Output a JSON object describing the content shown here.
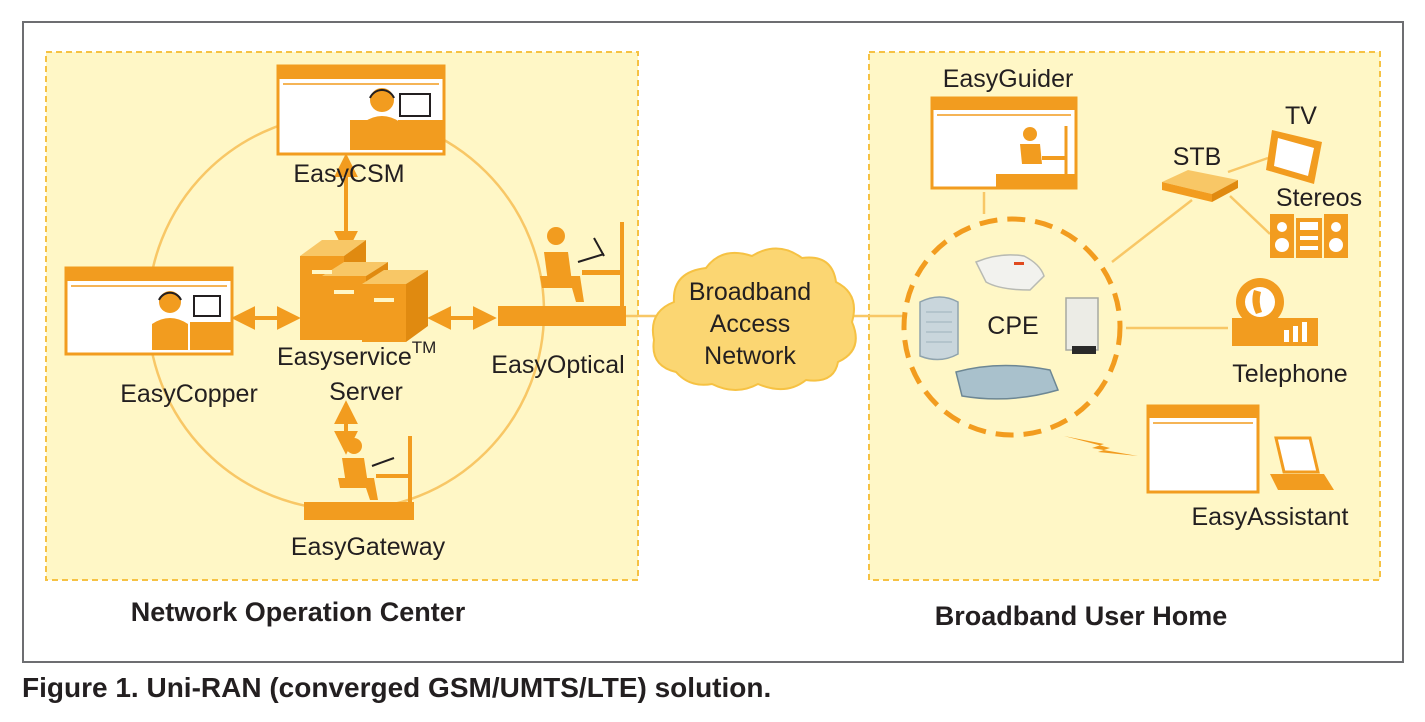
{
  "colors": {
    "zone_fill": "#fff7c6",
    "zone_border": "#f6c243",
    "accent": "#f29c1f",
    "accent_light": "#f8c766",
    "frame": "#6d6e71",
    "text": "#231f20"
  },
  "zones": {
    "noc": {
      "title": "Network Operation Center"
    },
    "home": {
      "title": "Broadband User Home"
    }
  },
  "nodes": {
    "easycsm": {
      "label": "EasyCSM",
      "icon": "agent-workstation-icon"
    },
    "easyservice": {
      "label_main": "Easyservice",
      "label_tm": "TM",
      "label_line2": "Server",
      "icon": "server-cluster-icon"
    },
    "easycopper": {
      "label": "EasyCopper",
      "icon": "agent-workstation-icon"
    },
    "easyoptical": {
      "label": "EasyOptical",
      "icon": "desk-worker-icon"
    },
    "easygateway": {
      "label": "EasyGateway",
      "icon": "desk-worker-icon"
    },
    "cloud": {
      "lines": [
        "Broadband",
        "Access",
        "Network"
      ],
      "icon": "cloud-icon"
    },
    "easyguider": {
      "label": "EasyGuider",
      "icon": "desk-worker-icon"
    },
    "cpe": {
      "label": "CPE",
      "icon": "modem-icon"
    },
    "stb": {
      "label": "STB",
      "icon": "set-top-box-icon"
    },
    "tv": {
      "label": "TV",
      "icon": "tv-icon"
    },
    "stereos": {
      "label": "Stereos",
      "icon": "stereo-icon"
    },
    "telephone": {
      "label": "Telephone",
      "icon": "telephone-icon"
    },
    "easyassistant": {
      "label": "EasyAssistant",
      "icon": "laptop-icon"
    }
  },
  "caption": "Figure 1. Uni-RAN (converged GSM/UMTS/LTE) solution."
}
